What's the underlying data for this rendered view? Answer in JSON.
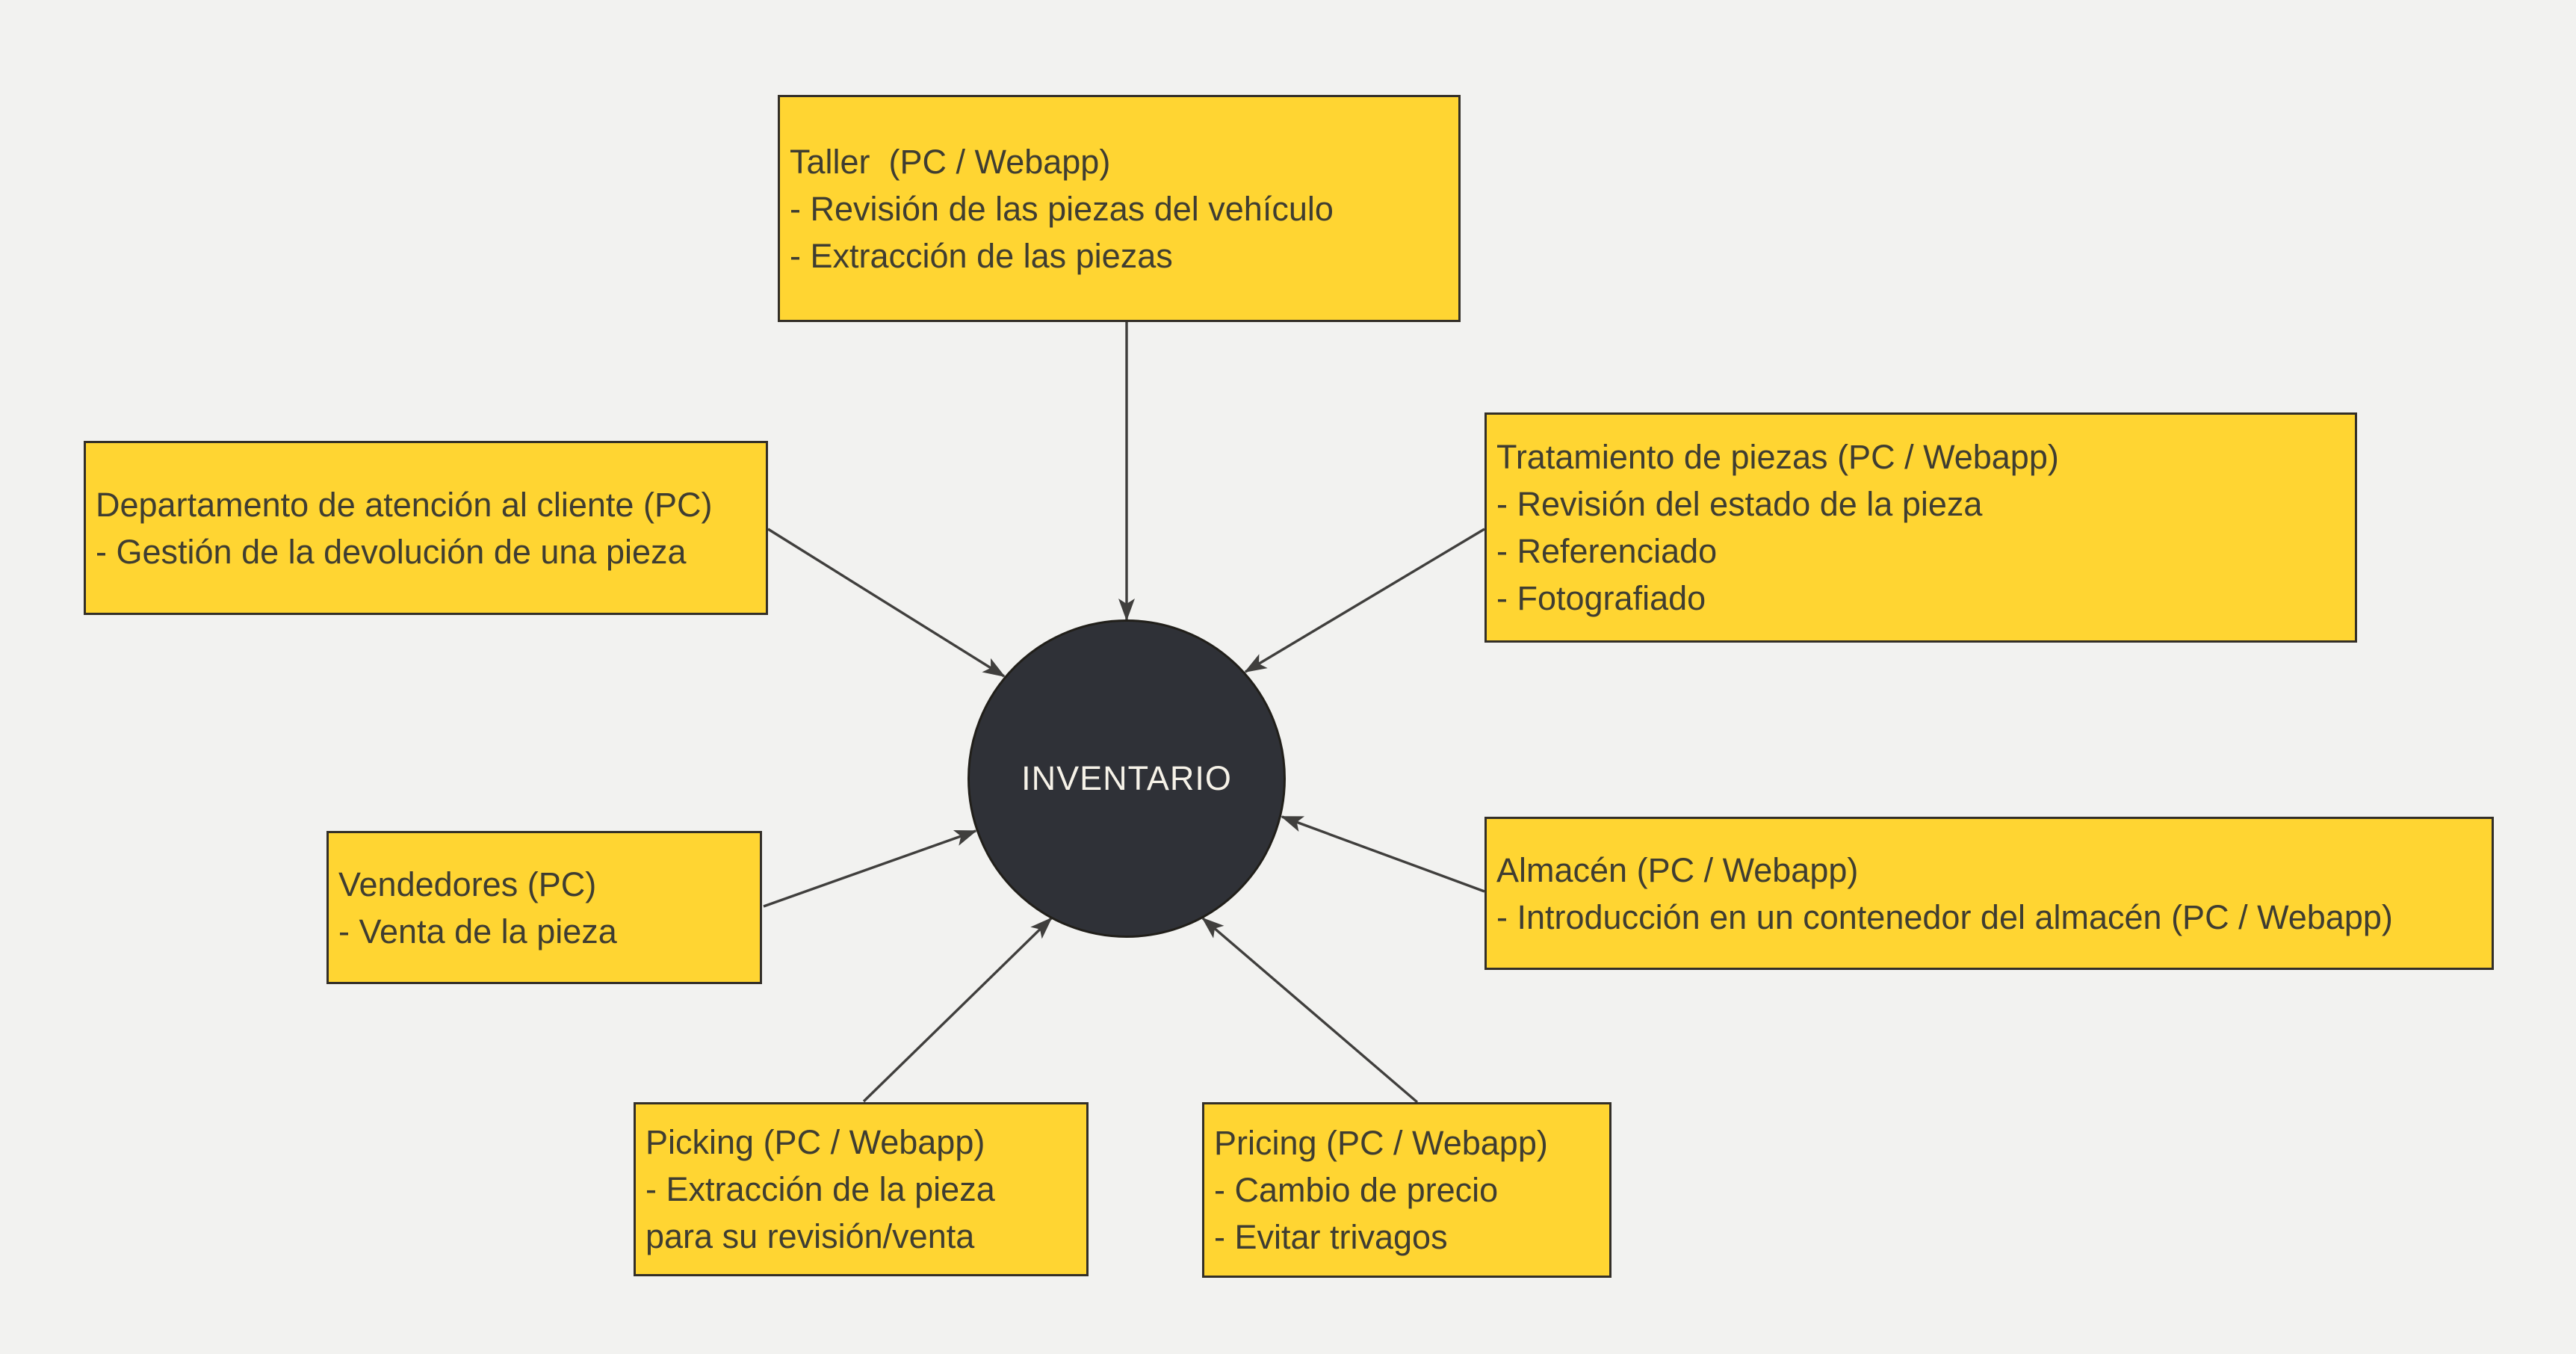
{
  "theme": {
    "canvas-bg": "#f2f2f0",
    "node-fill": "#ffd532",
    "node-border": "#332f28",
    "node-text": "#3f3d31",
    "circle-fill": "#2f3137",
    "circle-border": "#211f1a",
    "circle-text": "#f6f2e8",
    "arrow": "#403f3d"
  },
  "center": {
    "label": "INVENTARIO"
  },
  "nodes": {
    "taller": {
      "lines": [
        "Taller  (PC / Webapp)",
        "- Revisión de las piezas del vehículo",
        "- Extracción de las piezas"
      ]
    },
    "departamento": {
      "lines": [
        "Departamento de atención al cliente (PC)",
        "- Gestión de la devolución de una pieza"
      ]
    },
    "tratamiento": {
      "lines": [
        "Tratamiento de piezas (PC / Webapp)",
        "- Revisión del estado de la pieza",
        "- Referenciado",
        "- Fotografiado"
      ]
    },
    "vendedores": {
      "lines": [
        "Vendedores (PC)",
        "- Venta de la pieza"
      ]
    },
    "almacen": {
      "lines": [
        "Almacén (PC / Webapp)",
        "- Introducción en un contenedor del almacén (PC / Webapp)"
      ]
    },
    "picking": {
      "lines": [
        "Picking (PC / Webapp)",
        "- Extracción de la pieza",
        "para su revisión/venta"
      ]
    },
    "pricing": {
      "lines": [
        "Pricing (PC / Webapp)",
        "- Cambio de precio",
        "- Evitar trivagos"
      ]
    }
  },
  "arrows": [
    {
      "from": "taller",
      "to": "inventario"
    },
    {
      "from": "departamento",
      "to": "inventario"
    },
    {
      "from": "tratamiento",
      "to": "inventario"
    },
    {
      "from": "vendedores",
      "to": "inventario"
    },
    {
      "from": "almacen",
      "to": "inventario"
    },
    {
      "from": "picking",
      "to": "inventario"
    },
    {
      "from": "pricing",
      "to": "inventario"
    }
  ]
}
